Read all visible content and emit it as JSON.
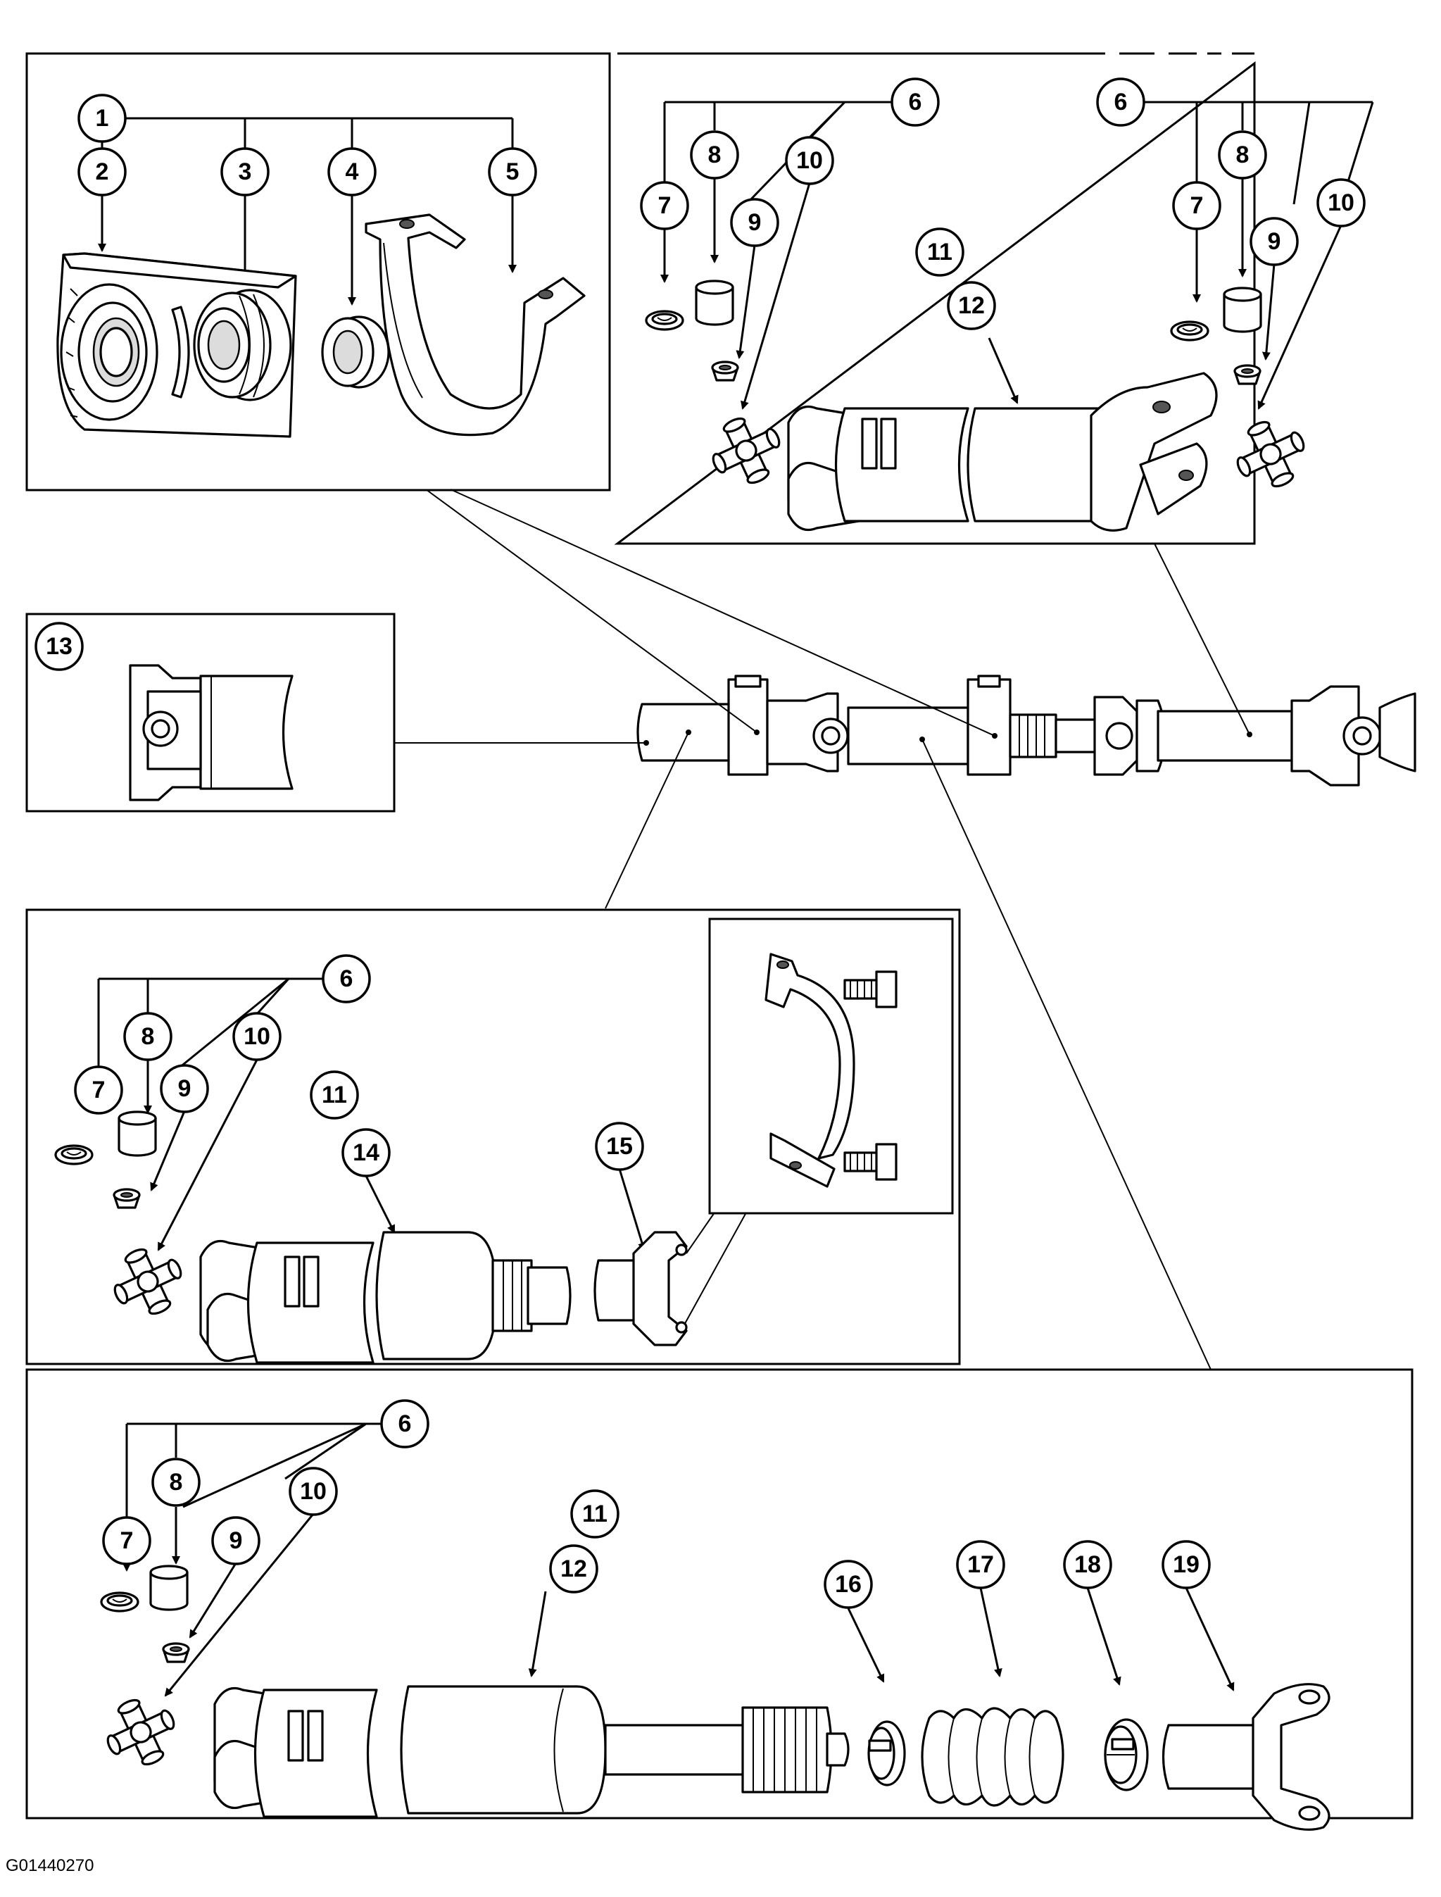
{
  "figure_id": "G01440270",
  "callouts": [
    "1",
    "2",
    "3",
    "4",
    "5",
    "6",
    "7",
    "8",
    "9",
    "10",
    "11",
    "12",
    "13",
    "14",
    "15",
    "16",
    "17",
    "18",
    "19"
  ]
}
